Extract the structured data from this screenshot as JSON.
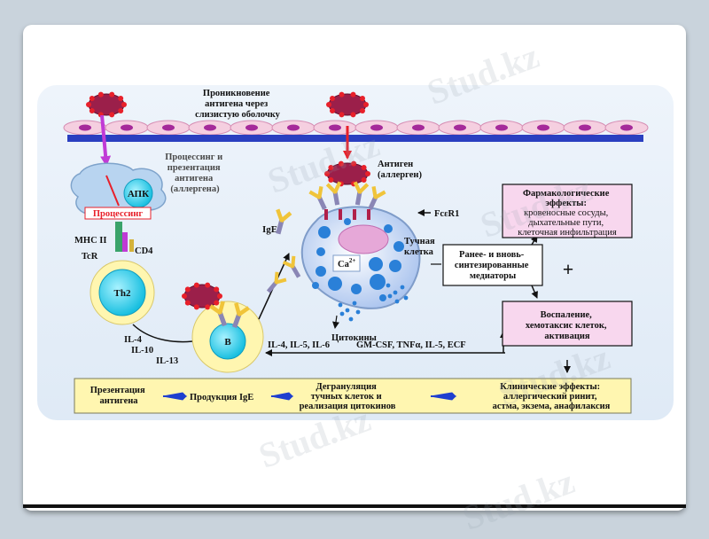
{
  "labels": {
    "penetration": [
      "Проникновение",
      "антигена через",
      "слизистую оболочку"
    ],
    "processing_presentation": [
      "Процессинг и",
      "презентация",
      "антигена",
      "(аллергена)"
    ],
    "apc": "АПК",
    "processing": "Процессинг",
    "mhc": "MHC II",
    "tcr": "TcR",
    "cd4": "CD4",
    "th2": "Th2",
    "th2_cytokines": [
      "IL-4",
      "IL-10",
      "IL-13"
    ],
    "b_cell": "B",
    "ige": "IgE",
    "antigen": [
      "Антиген",
      "(аллерген)"
    ],
    "receptor": "FcεR1",
    "mast_cell": [
      "Тучная",
      "клетка"
    ],
    "calcium": "Ca",
    "calcium_sup": "2+",
    "cytokines": "Цитокины",
    "b_cytokines": "IL-4, IL-5, IL-6",
    "mast_cytokines": "GM-CSF, TNFα, IL-5, ECF",
    "pharm_box": [
      "Фармакологические",
      "эффекты:",
      "кровеносные сосуды,",
      "дыхательные пути,",
      "клеточная инфильтрация"
    ],
    "mediators_box": [
      "Ранее- и вновь-",
      "синтезированные",
      "медиаторы"
    ],
    "plus": "+",
    "inflammation_box": [
      "Воспаление,",
      "хемотаксис клеток,",
      "активация"
    ]
  },
  "flow": {
    "step1": [
      "Презентация",
      "антигена"
    ],
    "step2": "Продукция IgE",
    "step3": [
      "Дегрануляция",
      "тучных клеток и",
      "реализация цитокинов"
    ],
    "step4": [
      "Клинические эффекты:",
      "аллергический ринит,",
      "астма, экзема, анафилаксия"
    ]
  },
  "watermark": "Stud.kz",
  "colors": {
    "membrane": "#2a3fc0",
    "epithelium": "#f5cfe0",
    "nucleus": "#a52a9a",
    "antigen": "#9b1f4a",
    "antigen_dots": "#e8202a",
    "apc": "#b8d4f0",
    "cell_cyan": "#2fd3f0",
    "cell_ring": "#fff6b0",
    "mast_cell": "#cfdff5",
    "granule": "#2a80d8",
    "flow_bg": "#fff6b0",
    "box_bg": "#f8d7ee",
    "arrow": "#1e3fcf"
  }
}
